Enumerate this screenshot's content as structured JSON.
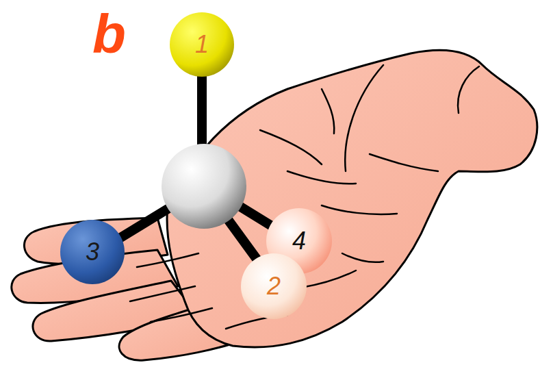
{
  "diagram": {
    "nodes": [
      {
        "text": [
          "1"
        ]
      },
      {
        "text": [
          "3"
        ]
      },
      {
        "text": [
          "4"
        ]
      },
      {
        "text": [
          "2"
        ]
      }
    ],
    "labels": [
      "b"
    ]
  }
}
